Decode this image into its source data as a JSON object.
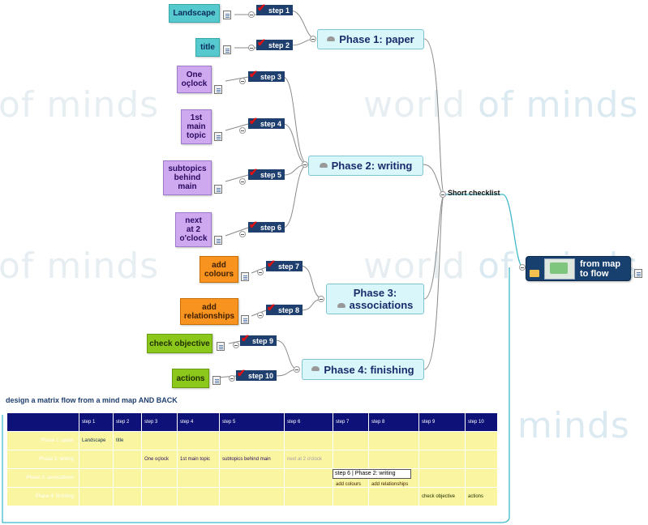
{
  "watermark": {
    "part1": "world",
    "part2": "of",
    "part3": "minds",
    "left_fragment": "of minds",
    "br_fragment": "minds"
  },
  "central": {
    "label_line1": "from map",
    "label_line2": "to flow",
    "icon": "map-thumbnail-icon",
    "folder_icon": "folder-icon"
  },
  "checklist": {
    "label": "Short checklist"
  },
  "phases": [
    {
      "label": "Phase 1: paper",
      "icon": "cloud-icon"
    },
    {
      "label": "Phase 2: writing",
      "icon": "cloud-icon"
    },
    {
      "label_line1": "Phase 3:",
      "label_line2": "associations",
      "icon": "cloud-icon"
    },
    {
      "label": "Phase 4: finishing",
      "icon": "cloud-icon"
    }
  ],
  "steps": [
    "step 1",
    "step 2",
    "step 3",
    "step 4",
    "step 5",
    "step 6",
    "step 7",
    "step 8",
    "step 9",
    "step 10"
  ],
  "leaves": [
    {
      "lines": [
        "Landscape"
      ],
      "color": "#56c9cf"
    },
    {
      "lines": [
        "title"
      ],
      "color": "#56c9cf"
    },
    {
      "lines": [
        "One",
        "oçlock"
      ],
      "color": "#cfa9f0"
    },
    {
      "lines": [
        "1st",
        "main",
        "topic"
      ],
      "color": "#cfa9f0"
    },
    {
      "lines": [
        "subtopics",
        "behind",
        "main"
      ],
      "color": "#cfa9f0"
    },
    {
      "lines": [
        "next",
        "at 2",
        "o'clock"
      ],
      "color": "#cfa9f0"
    },
    {
      "lines": [
        "add",
        "colours"
      ],
      "color": "#f7931e"
    },
    {
      "lines": [
        "add",
        "relationships"
      ],
      "color": "#f7931e"
    },
    {
      "lines": [
        "check objective"
      ],
      "color": "#8cc71c"
    },
    {
      "lines": [
        "actions"
      ],
      "color": "#8cc71c"
    }
  ],
  "matrix": {
    "title": "design a matrix flow from a mind map AND BACK",
    "headers": [
      "",
      "step 1",
      "step 2",
      "step 3",
      "step 4",
      "step 5",
      "step 6",
      "step 7",
      "step 8",
      "step 9",
      "step 10"
    ],
    "rows": [
      {
        "label": "Phase 1: paper",
        "cells": [
          "Landscape",
          "title",
          "",
          "",
          "",
          "",
          "",
          "",
          "",
          ""
        ]
      },
      {
        "label": "Phase 2: writing",
        "cells": [
          "",
          "",
          "One oçlock",
          "1st main topic",
          "subtopics behind main",
          "next at 2 o'clock",
          "",
          "",
          "",
          ""
        ]
      },
      {
        "label": "Phase 3: associations",
        "cells": [
          "",
          "",
          "",
          "",
          "",
          "",
          "add colours",
          "add relationships",
          "",
          ""
        ]
      },
      {
        "label": "Phase 4: finishing",
        "cells": [
          "",
          "",
          "",
          "",
          "",
          "",
          "",
          "",
          "check objective",
          "actions"
        ]
      }
    ],
    "tooltip": "step 6 | Phase 2: writing"
  },
  "colors": {
    "dark_navy": "#0e1278",
    "step_tag": "#1f3f6e",
    "phase_fill": "#d9f6fb",
    "connector_teal": "#3fb8c8",
    "cell_yellow": "#faf5a0"
  }
}
